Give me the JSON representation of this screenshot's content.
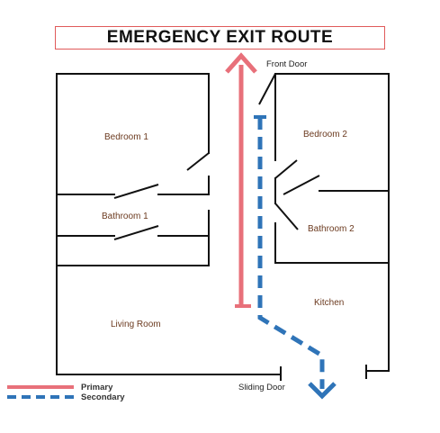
{
  "title": "EMERGENCY EXIT ROUTE",
  "labels": {
    "front_door": "Front Door",
    "bedroom_1": "Bedroom 1",
    "bedroom_2": "Bedroom 2",
    "bathroom_1": "Bathroom 1",
    "bathroom_2": "Bathroom 2",
    "living_room": "Living Room",
    "kitchen": "Kitchen",
    "sliding_door": "Sliding Door"
  },
  "legend": {
    "primary": "Primary",
    "secondary": "Secondary"
  },
  "colors": {
    "primary": "#e8707a",
    "secondary": "#2f74b8",
    "walls": "#111111",
    "room_text": "#6b3a1f"
  }
}
